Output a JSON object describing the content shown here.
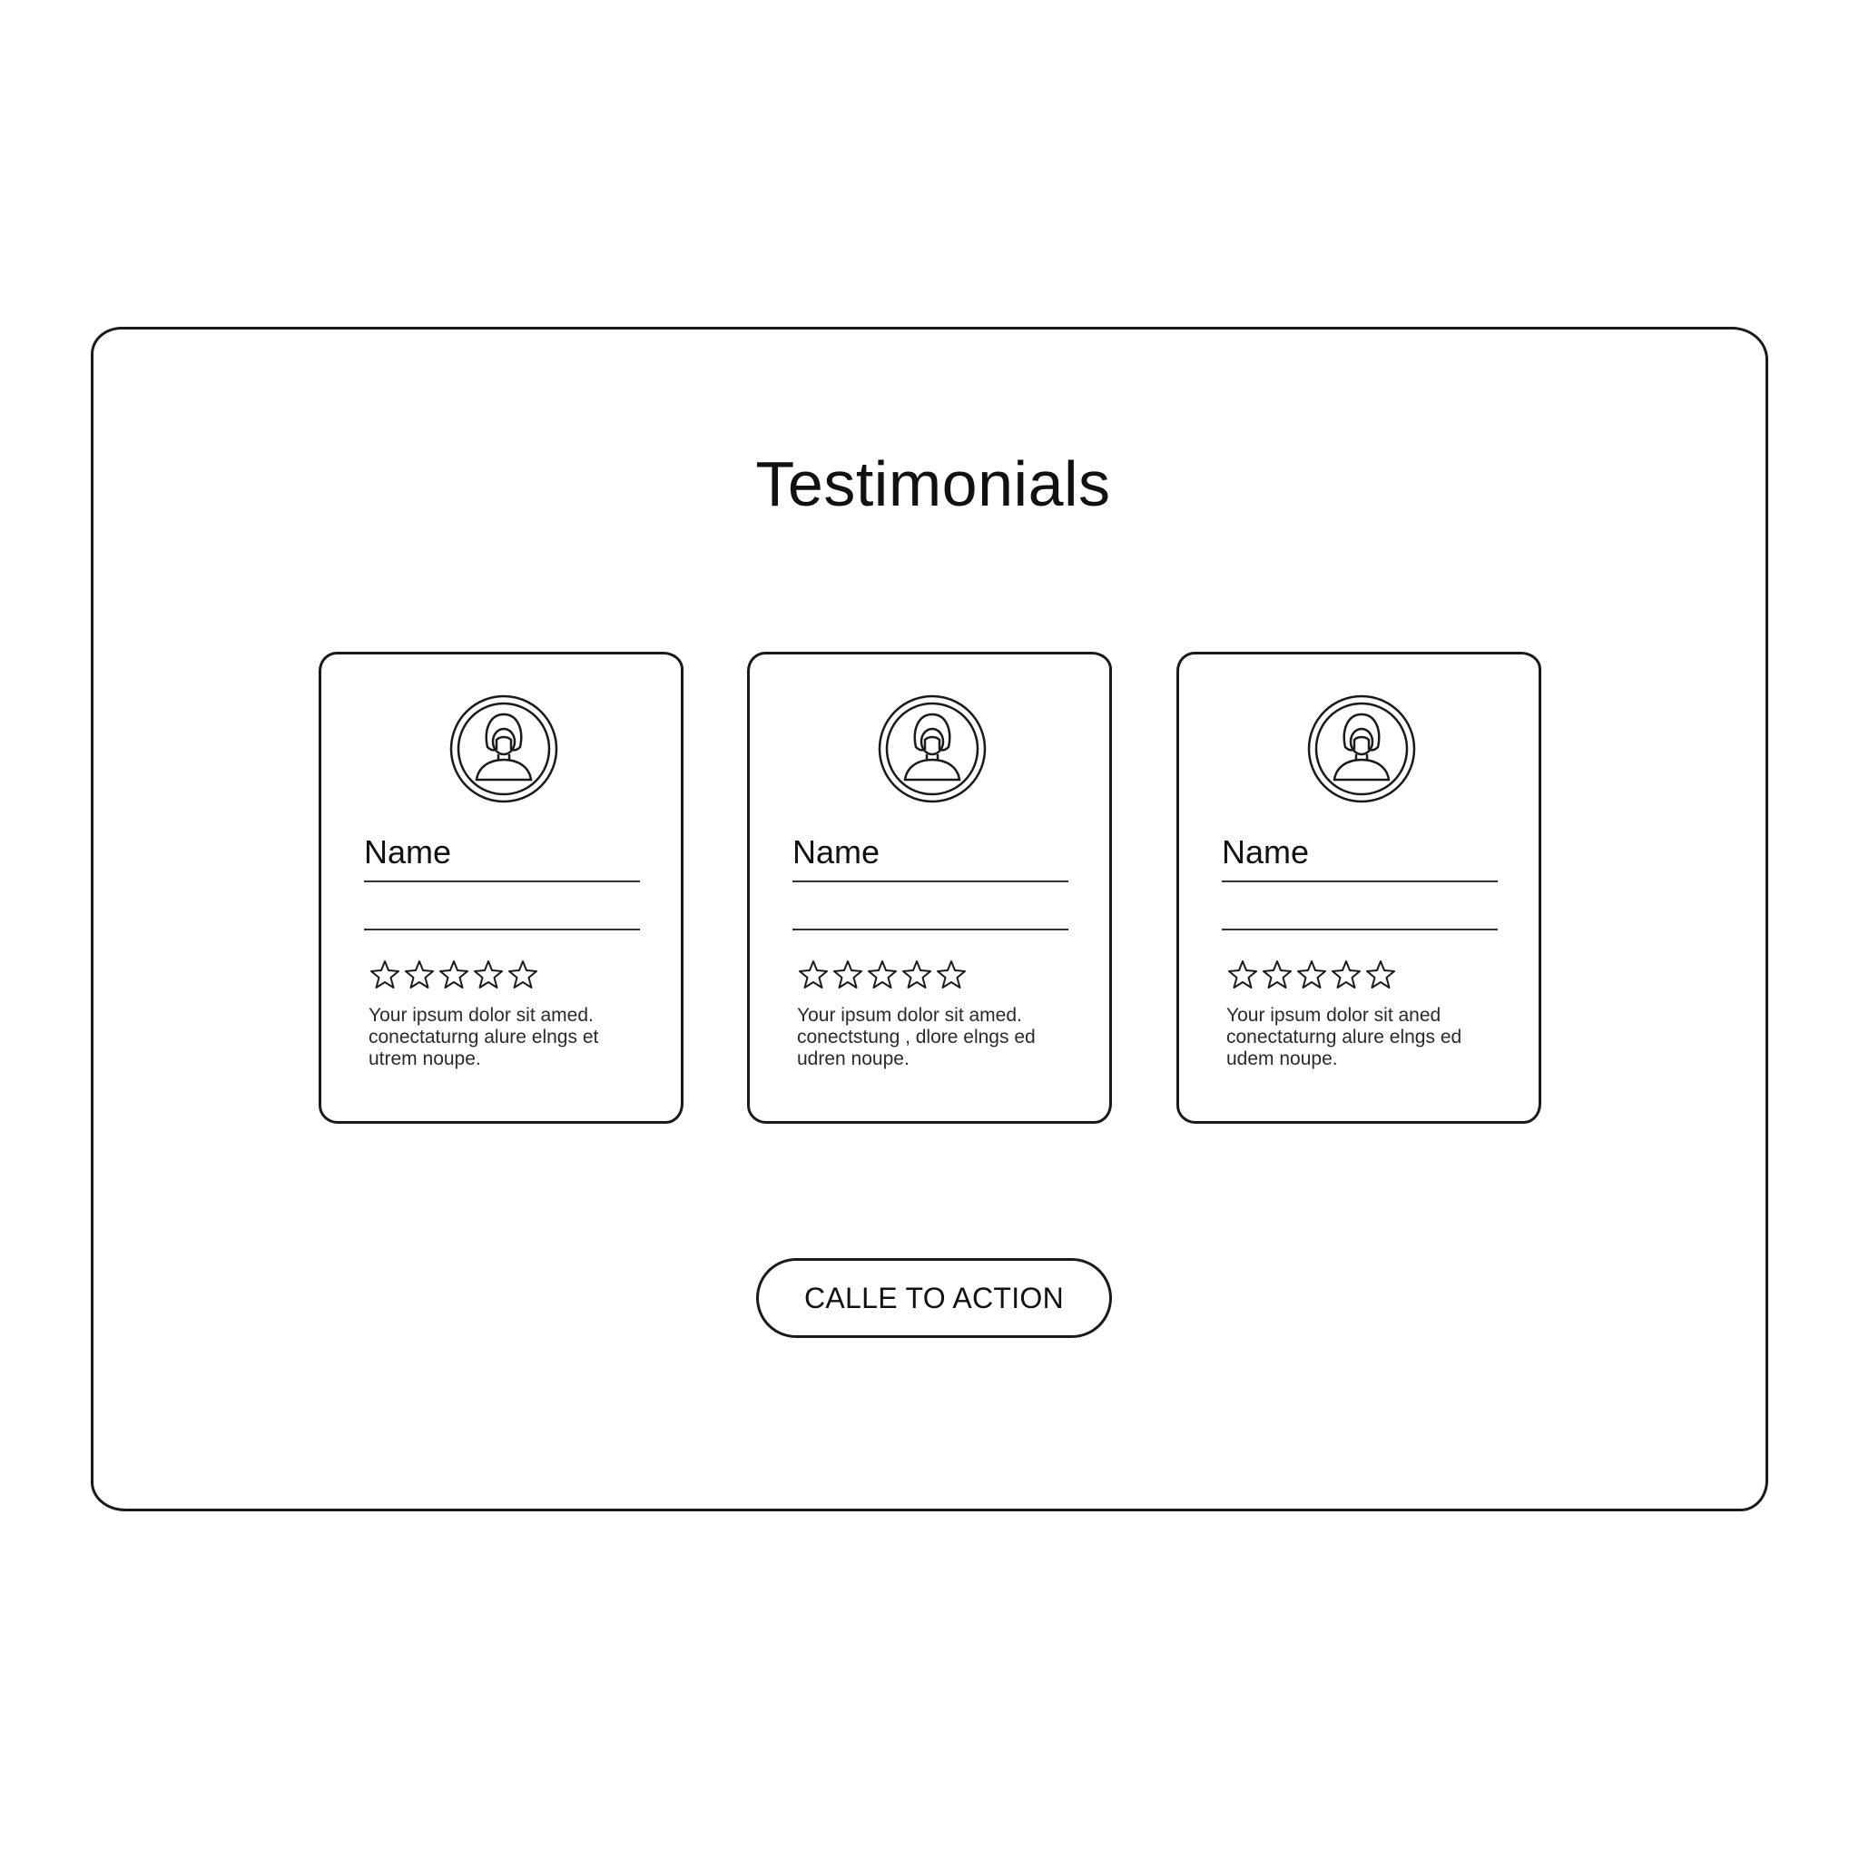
{
  "section": {
    "title": "Testimonials"
  },
  "testimonials": [
    {
      "name": "Name",
      "rating": 0,
      "rating_max": 5,
      "avatar_icon": "woman-avatar-icon",
      "star_icon": "star-outline-icon",
      "quote_lines": [
        "Your ipsum dolor sit amed.",
        "conectaturng alure elngs et",
        "utrem noupe."
      ]
    },
    {
      "name": "Name",
      "rating": 0,
      "rating_max": 5,
      "avatar_icon": "woman-avatar-icon",
      "star_icon": "star-outline-icon",
      "quote_lines": [
        "Your ipsum dolor sit amed.",
        "conectstung , dlore elngs ed",
        "udren noupe."
      ]
    },
    {
      "name": "Name",
      "rating": 0,
      "rating_max": 5,
      "avatar_icon": "woman-avatar-icon",
      "star_icon": "star-outline-icon",
      "quote_lines": [
        "Your ipsum dolor sit aned",
        "conectaturng alure elngs ed",
        "udem noupe."
      ]
    }
  ],
  "cta": {
    "label": "CALLE TO ACTION"
  },
  "colors": {
    "stroke": "#1a1a1a",
    "background": "#ffffff",
    "text": "#111111"
  }
}
